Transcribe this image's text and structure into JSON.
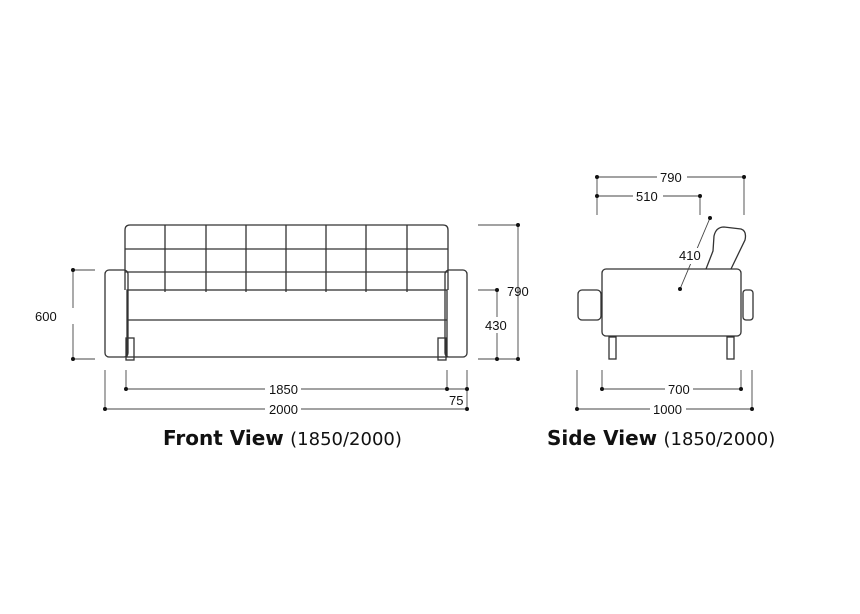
{
  "front_view": {
    "title": "Front View",
    "subtitle": "(1850/2000)",
    "dimensions": {
      "arm_height": "600",
      "total_height": "790",
      "seat_height": "430",
      "inner_width": "1850",
      "total_width": "2000",
      "arm_width": "75"
    }
  },
  "side_view": {
    "title": "Side View",
    "subtitle": "(1850/2000)",
    "dimensions": {
      "total_depth_top": "790",
      "seat_depth": "510",
      "back_height": "410",
      "body_depth": "700",
      "total_depth": "1000"
    }
  }
}
